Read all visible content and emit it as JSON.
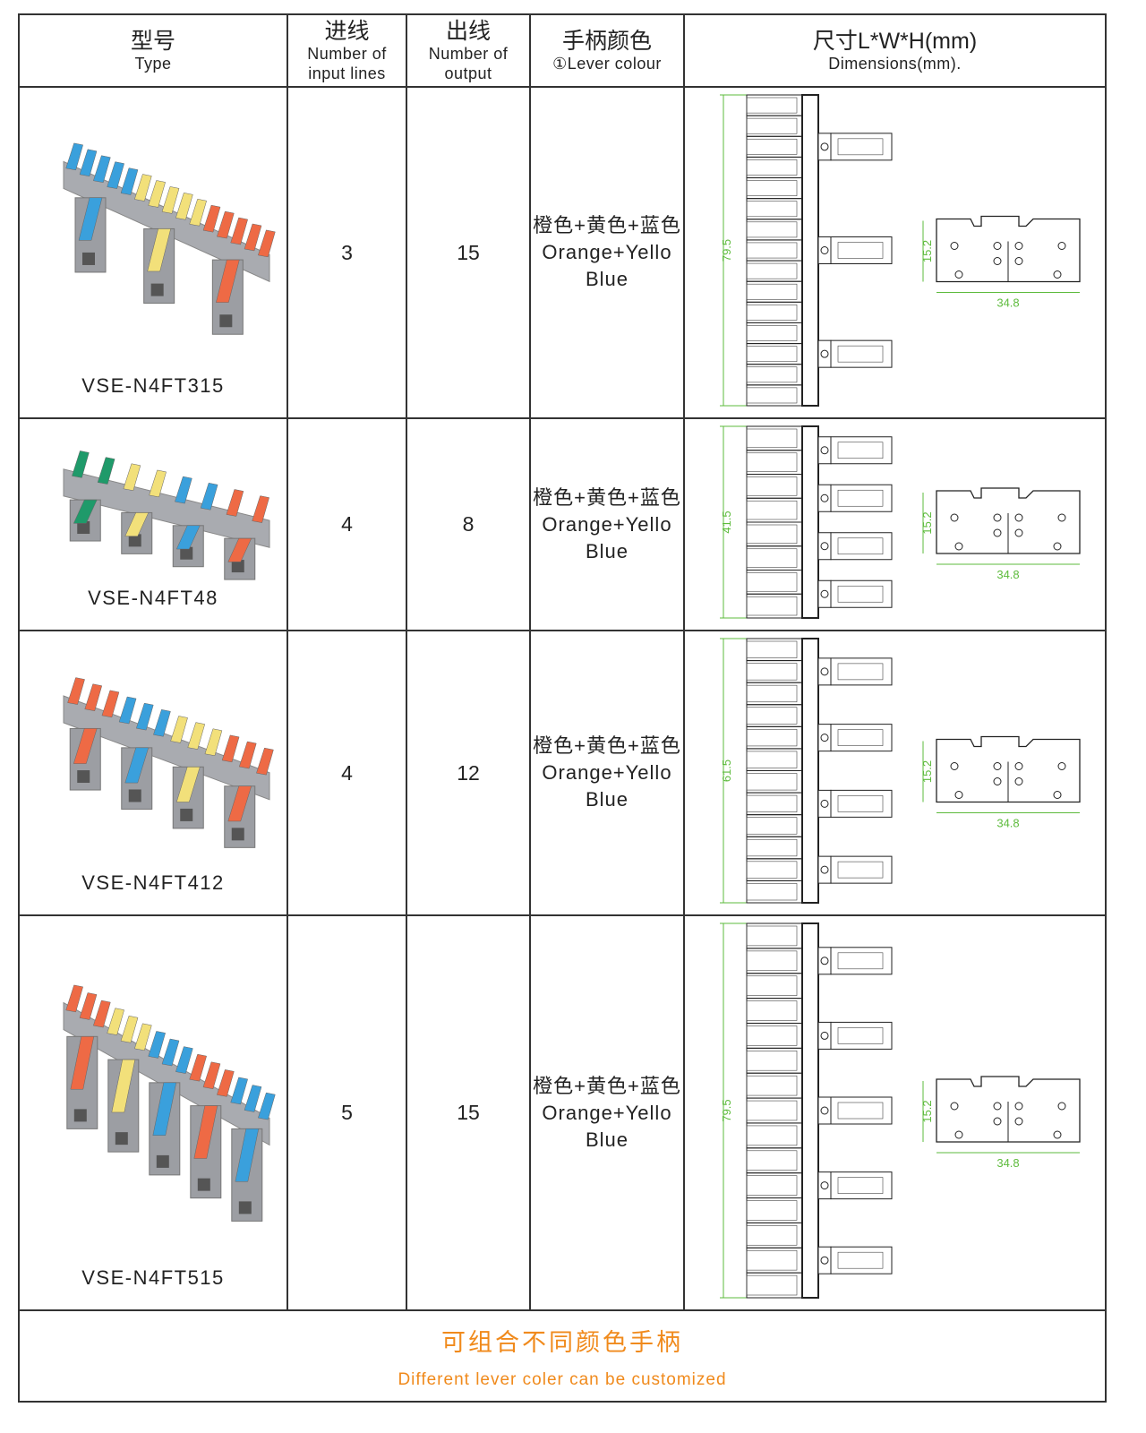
{
  "header": {
    "type": {
      "cn": "型号",
      "en": "Type"
    },
    "input": {
      "cn": "进线",
      "en1": "Number of",
      "en2": "input lines"
    },
    "output": {
      "cn": "出线",
      "en1": "Number of",
      "en2": "output"
    },
    "lever": {
      "cn": "手柄颜色",
      "en": "①Lever colour"
    },
    "dims": {
      "cn": "尺寸L*W*H(mm)",
      "en": "Dimensions(mm)."
    }
  },
  "rows": [
    {
      "model": "VSE-N4FT315",
      "inputs": "3",
      "outputs": "15",
      "color_cn": "橙色+黄色+蓝色",
      "color_en1": "Orange+Yello",
      "color_en2": "Blue",
      "length": "79.5",
      "height": "15.2",
      "width": "34.8",
      "top_levers": [
        "#3aa0dc",
        "#3aa0dc",
        "#3aa0dc",
        "#3aa0dc",
        "#3aa0dc",
        "#f2e07a",
        "#f2e07a",
        "#f2e07a",
        "#f2e07a",
        "#f2e07a",
        "#ee6a45",
        "#ee6a45",
        "#ee6a45",
        "#ee6a45",
        "#ee6a45"
      ],
      "input_levers": [
        "#3aa0dc",
        "#f2e07a",
        "#ee6a45"
      ]
    },
    {
      "model": "VSE-N4FT48",
      "inputs": "4",
      "outputs": "8",
      "color_cn": "橙色+黄色+蓝色",
      "color_en1": "Orange+Yello",
      "color_en2": "Blue",
      "length": "41.5",
      "height": "15.2",
      "width": "34.8",
      "top_levers": [
        "#1f9a6a",
        "#1f9a6a",
        "#f2e07a",
        "#f2e07a",
        "#3aa0dc",
        "#3aa0dc",
        "#ee6a45",
        "#ee6a45"
      ],
      "input_levers": [
        "#1f9a6a",
        "#f2e07a",
        "#3aa0dc",
        "#ee6a45"
      ]
    },
    {
      "model": "VSE-N4FT412",
      "inputs": "4",
      "outputs": "12",
      "color_cn": "橙色+黄色+蓝色",
      "color_en1": "Orange+Yello",
      "color_en2": "Blue",
      "length": "61.5",
      "height": "15.2",
      "width": "34.8",
      "top_levers": [
        "#ee6a45",
        "#ee6a45",
        "#ee6a45",
        "#3aa0dc",
        "#3aa0dc",
        "#3aa0dc",
        "#f2e07a",
        "#f2e07a",
        "#f2e07a",
        "#ee6a45",
        "#ee6a45",
        "#ee6a45"
      ],
      "input_levers": [
        "#ee6a45",
        "#3aa0dc",
        "#f2e07a",
        "#ee6a45"
      ]
    },
    {
      "model": "VSE-N4FT515",
      "inputs": "5",
      "outputs": "15",
      "color_cn": "橙色+黄色+蓝色",
      "color_en1": "Orange+Yello",
      "color_en2": "Blue",
      "length": "79.5",
      "height": "15.2",
      "width": "34.8",
      "top_levers": [
        "#ee6a45",
        "#ee6a45",
        "#ee6a45",
        "#f2e07a",
        "#f2e07a",
        "#f2e07a",
        "#3aa0dc",
        "#3aa0dc",
        "#3aa0dc",
        "#ee6a45",
        "#ee6a45",
        "#ee6a45",
        "#3aa0dc",
        "#3aa0dc",
        "#3aa0dc"
      ],
      "input_levers": [
        "#ee6a45",
        "#f2e07a",
        "#3aa0dc",
        "#ee6a45",
        "#3aa0dc"
      ]
    }
  ],
  "footer": {
    "cn": "可组合不同颜色手柄",
    "en": "Different lever coler can be customized"
  },
  "colors": {
    "accent": "#f08a1c",
    "dimension": "#5dbb3c"
  }
}
